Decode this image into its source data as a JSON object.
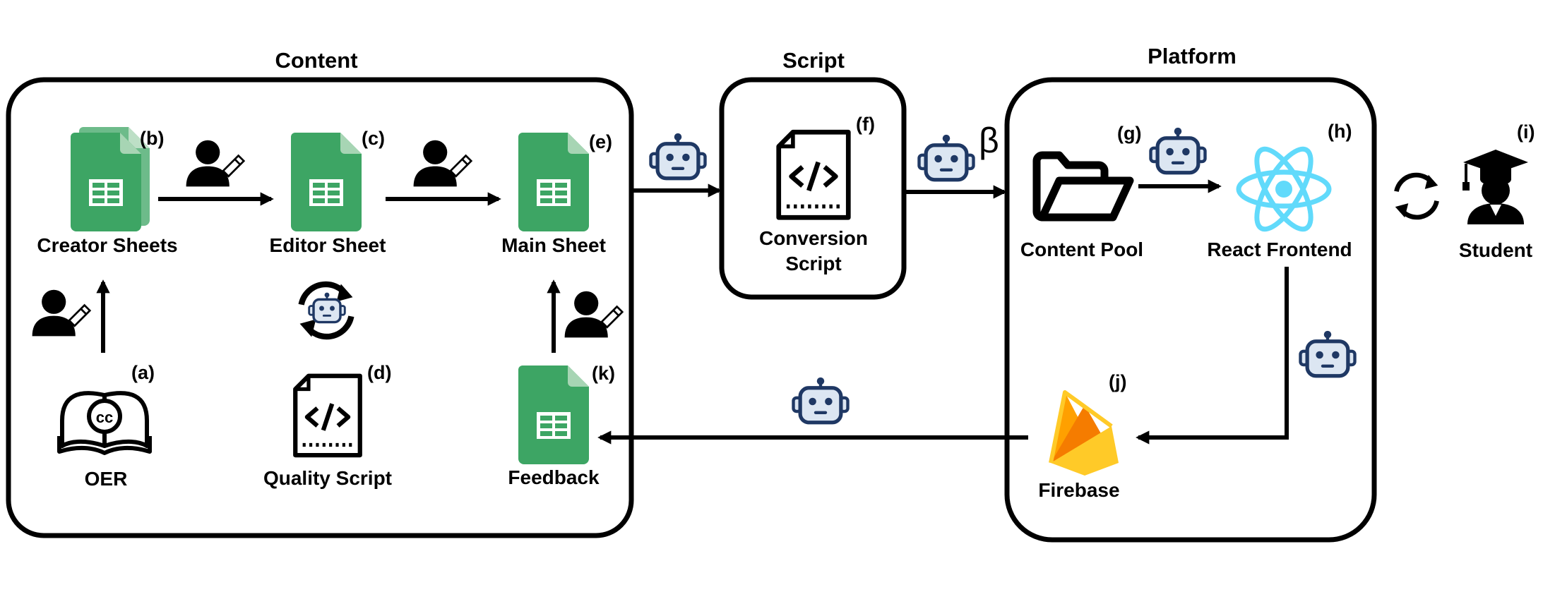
{
  "sections": {
    "content": "Content",
    "script": "Script",
    "platform": "Platform"
  },
  "nodes": {
    "creator_sheets": {
      "tag": "(b)",
      "label": "Creator Sheets"
    },
    "editor_sheet": {
      "tag": "(c)",
      "label": "Editor Sheet"
    },
    "main_sheet": {
      "tag": "(e)",
      "label": "Main Sheet"
    },
    "oer": {
      "tag": "(a)",
      "label": "OER"
    },
    "quality_script": {
      "tag": "(d)",
      "label": "Quality Script"
    },
    "feedback": {
      "tag": "(k)",
      "label": "Feedback"
    },
    "conversion_script": {
      "tag": "(f)",
      "label_line1": "Conversion",
      "label_line2": "Script"
    },
    "content_pool": {
      "tag": "(g)",
      "label": "Content Pool"
    },
    "react_frontend": {
      "tag": "(h)",
      "label": "React Frontend"
    },
    "firebase": {
      "tag": "(j)",
      "label": "Firebase"
    },
    "student": {
      "tag": "(i)",
      "label": "Student"
    }
  },
  "symbols": {
    "beta": "β",
    "cc": "cc"
  },
  "colors": {
    "sheet_green": "#3DA564",
    "sheet_fold": "#A7D5B4",
    "robot_fill": "#DCE6F2",
    "robot_stroke": "#1F3864",
    "react_blue": "#61DAFB",
    "firebase_yellow": "#FFCA28",
    "firebase_orange": "#F57C00",
    "firebase_amber": "#FFA000"
  },
  "icons": [
    "sheet-icon",
    "person-edit-icon",
    "robot-icon",
    "code-file-icon",
    "folder-icon",
    "react-icon",
    "firebase-icon",
    "student-icon",
    "open-book-cc-icon",
    "sync-icon"
  ]
}
